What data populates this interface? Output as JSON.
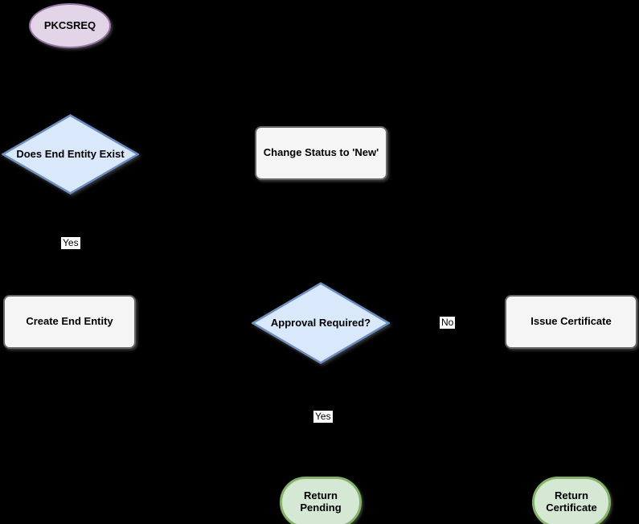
{
  "diagram": {
    "type": "flowchart",
    "background_color": "#000000",
    "nodes": {
      "start": {
        "label": "PKCSREQ",
        "shape": "ellipse",
        "fill": "#E1D5E7",
        "stroke": "#9673A6"
      },
      "does_end_entity_exist": {
        "label": "Does End Entity Exist",
        "shape": "diamond",
        "fill": "#DAE8FC",
        "stroke": "#6C8EBF"
      },
      "change_status_new": {
        "label": "Change Status to 'New'",
        "shape": "rounded-rectangle",
        "fill": "#F5F5F5",
        "stroke": "#666666"
      },
      "create_end_entity": {
        "label": "Create End Entity",
        "shape": "rounded-rectangle",
        "fill": "#F5F5F5",
        "stroke": "#666666"
      },
      "approval_required": {
        "label": "Approval Required?",
        "shape": "diamond",
        "fill": "#DAE8FC",
        "stroke": "#6C8EBF"
      },
      "issue_certificate": {
        "label": "Issue Certificate",
        "shape": "rounded-rectangle",
        "fill": "#F5F5F5",
        "stroke": "#666666"
      },
      "return_pending": {
        "label": "Return Pending",
        "shape": "terminator-pill",
        "fill": "#D5E8D4",
        "stroke": "#82B366"
      },
      "return_certificate": {
        "label": "Return\nCertificate",
        "shape": "terminator-pill",
        "fill": "#D5E8D4",
        "stroke": "#82B366"
      }
    },
    "edge_labels": {
      "entity_exists_yes": "Yes",
      "approval_no": "No",
      "approval_yes": "Yes"
    }
  }
}
